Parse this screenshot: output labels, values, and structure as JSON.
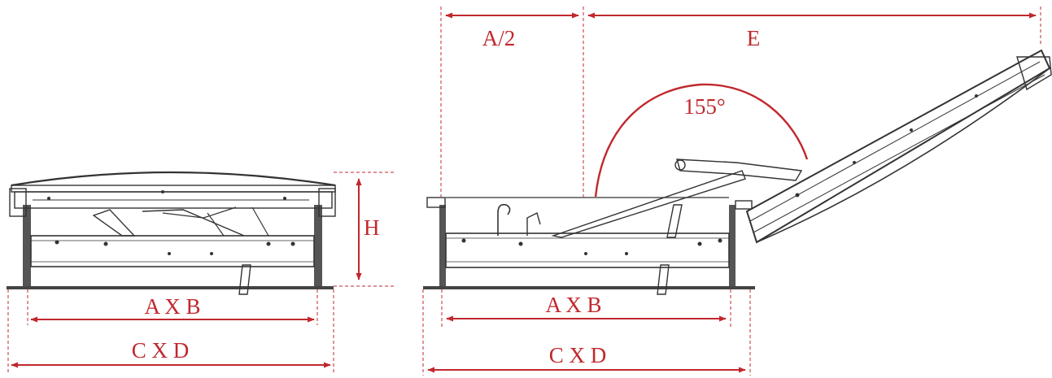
{
  "colors": {
    "dimension": "#c0282d",
    "drawing": "#333333",
    "background": "#ffffff"
  },
  "closed_view": {
    "height_label": "H",
    "inner_size_label": "A X B",
    "outer_size_label": "C X D"
  },
  "open_view": {
    "half_width_label": "A/2",
    "extension_label": "E",
    "angle_label": "155°",
    "inner_size_label": "A X B",
    "outer_size_label": "C X D"
  }
}
